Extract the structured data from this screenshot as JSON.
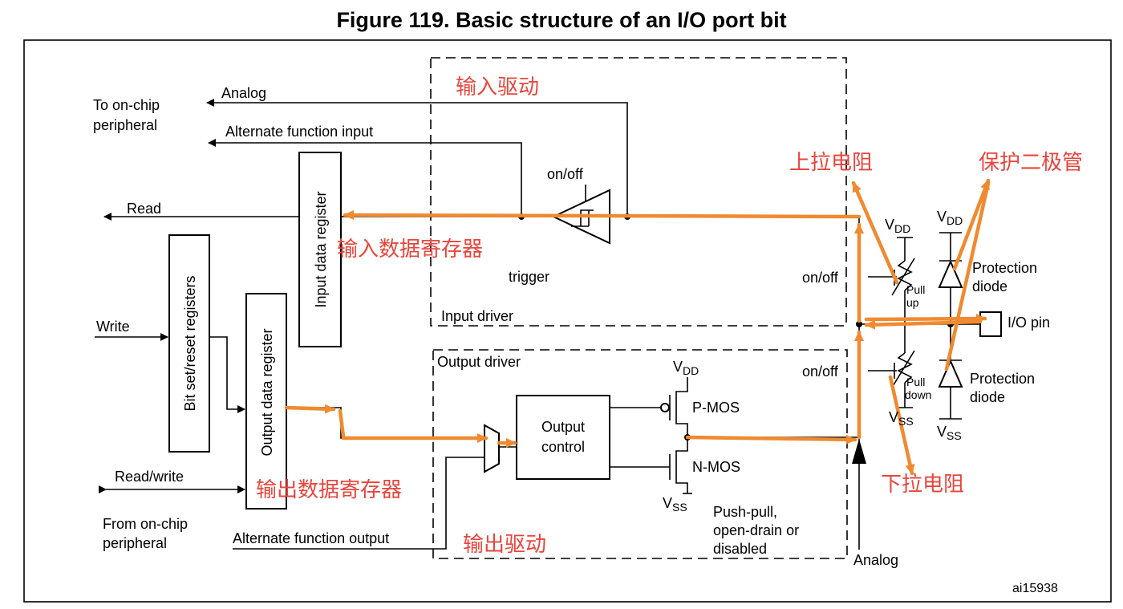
{
  "title": "Figure 119. Basic structure of an I/O port bit",
  "labels": {
    "to_onchip_1": "To on-chip",
    "to_onchip_2": "peripheral",
    "analog_top": "Analog",
    "alt_in": "Alternate function input",
    "read": "Read",
    "write": "Write",
    "read_write": "Read/write",
    "from_onchip_1": "From on-chip",
    "from_onchip_2": "peripheral",
    "alt_out": "Alternate function output",
    "on_off_trigger": "on/off",
    "trigger": "trigger",
    "input_driver": "Input driver",
    "output_driver": "Output driver",
    "input_data_register": "Input data register",
    "output_data_register": "Output data register",
    "bitset_register": "Bit set/reset registers",
    "output_control_1": "Output",
    "output_control_2": "control",
    "pmos": "P-MOS",
    "nmos": "N-MOS",
    "vdd": "V",
    "vdd_sub": "DD",
    "vss": "V",
    "vss_sub": "SS",
    "push_pull_1": "Push-pull,",
    "push_pull_2": "open-drain or",
    "push_pull_3": "disabled",
    "on_off_up": "on/off",
    "on_off_down": "on/off",
    "pull_up_1": "Pull",
    "pull_up_2": "up",
    "pull_down_1": "Pull",
    "pull_down_2": "down",
    "protection_1": "Protection",
    "protection_2": "diode",
    "io_pin": "I/O pin",
    "analog_bottom": "Analog",
    "fig_id": "ai15938"
  },
  "annotations": {
    "input_drive": "输入驱动",
    "pull_up_resistor": "上拉电阻",
    "protection_diode": "保护二极管",
    "input_data_register": "输入数据寄存器",
    "output_data_register": "输出数据寄存器",
    "output_drive": "输出驱动",
    "pull_down_resistor": "下拉电阻"
  },
  "colors": {
    "annotation": "#e8453c",
    "arrow": "#f08a30",
    "line": "#000000"
  }
}
